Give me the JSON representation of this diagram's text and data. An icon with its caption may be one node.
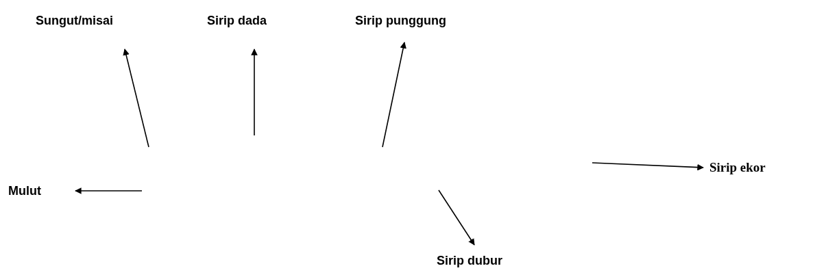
{
  "diagram": {
    "nodes": [
      {
        "text": [
          "Sungut/misai"
        ]
      },
      {
        "text": [
          "Sirip dada"
        ]
      },
      {
        "text": [
          "Sirip punggung"
        ]
      },
      {
        "text": [
          "Mulut"
        ]
      },
      {
        "text": [
          "Sirip ekor"
        ]
      },
      {
        "text": [
          "Sirip dubur"
        ]
      }
    ],
    "edges": [
      {
        "from": null,
        "to": 0,
        "arrow": "to"
      },
      {
        "from": null,
        "to": 1,
        "arrow": "to"
      },
      {
        "from": null,
        "to": 2,
        "arrow": "to"
      },
      {
        "from": null,
        "to": 3,
        "arrow": "to"
      },
      {
        "from": null,
        "to": 4,
        "arrow": "to"
      },
      {
        "from": null,
        "to": 5,
        "arrow": "to"
      }
    ]
  }
}
